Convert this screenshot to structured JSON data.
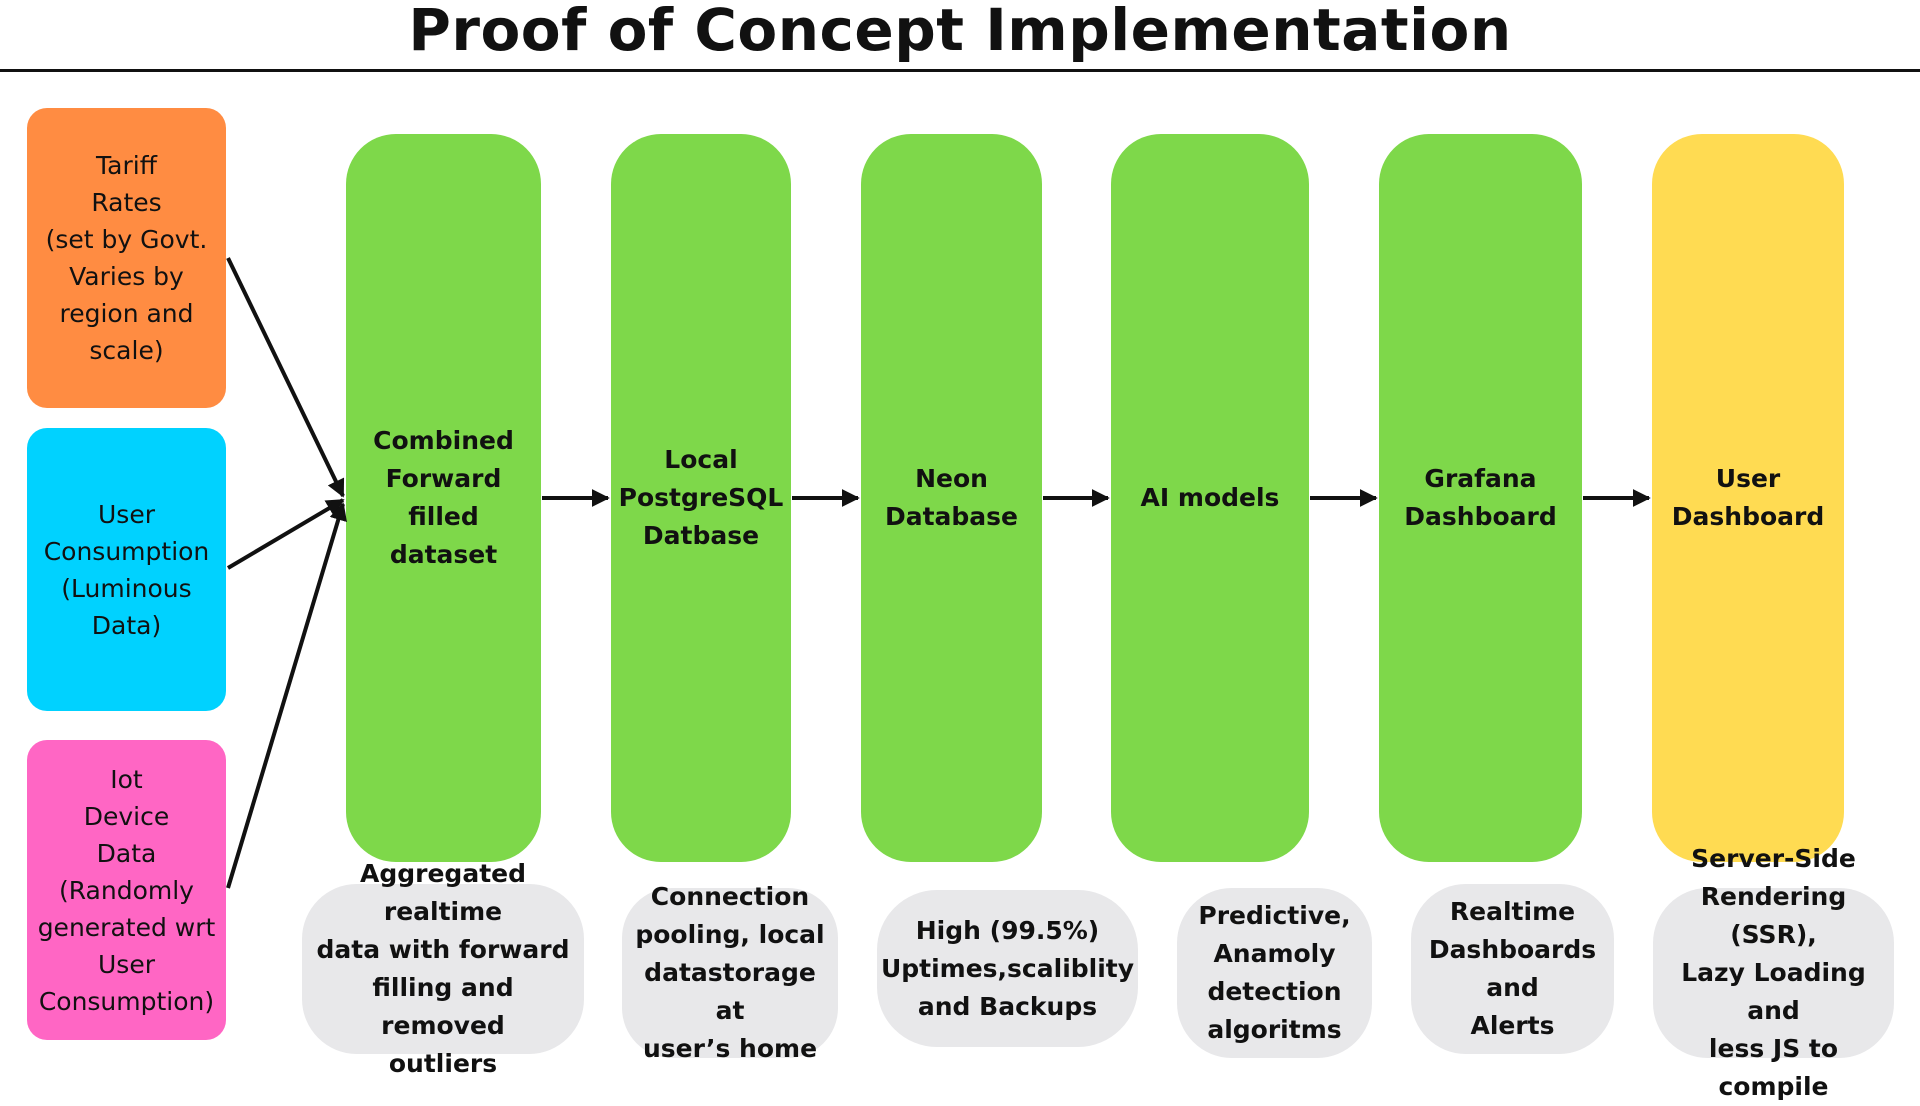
{
  "title": "Proof of Concept Implementation",
  "colors": {
    "orange": "#ff8c42",
    "cyan": "#00d2ff",
    "pink": "#ff66c4",
    "green": "#7ed84a",
    "yellow": "#ffdb52",
    "note_gray": "#e8e8ea",
    "line": "#111111"
  },
  "sources": [
    {
      "label": "Tariff\nRates\n(set by Govt.\nVaries by\nregion and\nscale)",
      "color": "#ff8c42"
    },
    {
      "label": "User\nConsumption\n(Luminous\nData)",
      "color": "#00d2ff"
    },
    {
      "label": "Iot\nDevice\nData\n(Randomly\ngenerated wrt\nUser\nConsumption)",
      "color": "#ff66c4"
    }
  ],
  "stages": [
    {
      "label": "Combined\nForward filled\ndataset",
      "color": "#7ed84a"
    },
    {
      "label": "Local\nPostgreSQL\nDatbase",
      "color": "#7ed84a"
    },
    {
      "label": "Neon\nDatabase",
      "color": "#7ed84a"
    },
    {
      "label": "AI models",
      "color": "#7ed84a"
    },
    {
      "label": "Grafana\nDashboard",
      "color": "#7ed84a"
    },
    {
      "label": "User\nDashboard",
      "color": "#ffdb52"
    }
  ],
  "notes": [
    {
      "label": "Aggregated realtime\ndata with forward\nfilling and removed\noutliers"
    },
    {
      "label": "Connection\npooling, local\ndatastorage at\nuser’s home"
    },
    {
      "label": "High (99.5%)\nUptimes,scaliblity\nand Backups"
    },
    {
      "label": "Predictive,\nAnamoly\ndetection\nalgoritms"
    },
    {
      "label": "Realtime\nDashboards\nand\nAlerts"
    },
    {
      "label": "Server-Side\nRendering (SSR),\nLazy Loading and\nless JS to compile"
    }
  ]
}
